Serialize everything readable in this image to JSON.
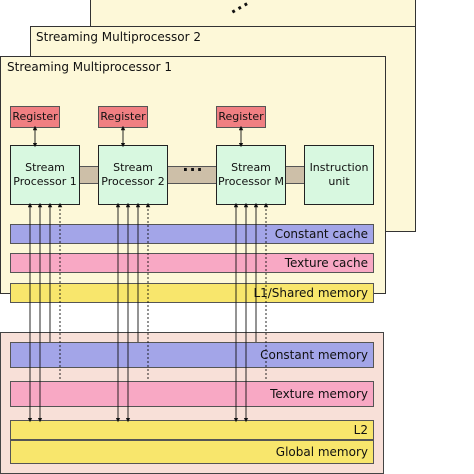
{
  "background_dots": "···",
  "sm_titles": {
    "sm2": "Streaming Multiprocessor 2",
    "sm1": "Streaming Multiprocessor 1"
  },
  "register_label": "Register",
  "processors": {
    "p1": "Stream Processor 1",
    "p2": "Stream Processor 2",
    "pm": "Stream Processor M",
    "iu": "Instruction unit"
  },
  "sp_dots": "···",
  "sm_bars": {
    "constant_cache": "Constant cache",
    "texture_cache": "Texture cache",
    "l1": "L1/Shared memory"
  },
  "device_bars": {
    "constant_memory": "Constant memory",
    "texture_memory": "Texture memory",
    "l2": "L2",
    "global_memory": "Global memory"
  },
  "colors": {
    "sm_fill": "#fdf8d8",
    "device_fill": "#f8e0d8",
    "register": "#f07f82",
    "processor": "#d8f8e0",
    "constant": "#a3a5e8",
    "texture": "#f8a8c4",
    "memory": "#f8e66c"
  }
}
